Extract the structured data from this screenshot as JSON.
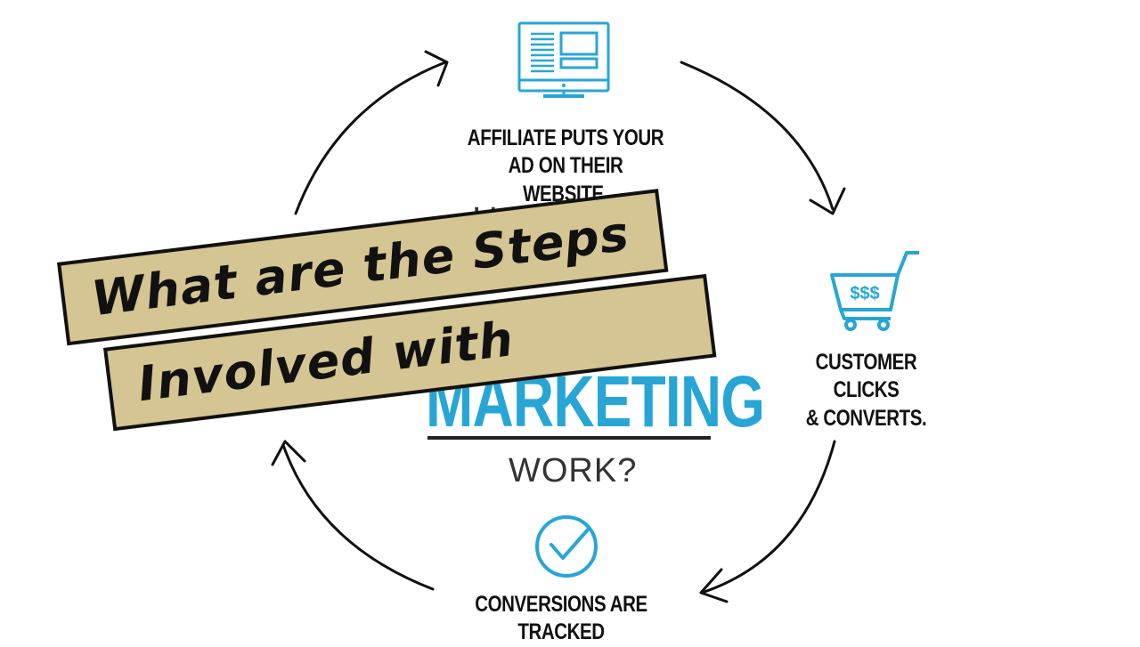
{
  "diagram": {
    "step_affiliate": {
      "line1": "AFFILIATE PUTS YOUR",
      "line2": "AD ON THEIR WEBSITE."
    },
    "step_customer": {
      "line1": "CUSTOMER CLICKS",
      "line2": "& CONVERTS.",
      "price_tag": "$$$"
    },
    "step_tracked": {
      "line1": "CONVERSIONS ARE TRACKED"
    },
    "center": {
      "top": "HOW D",
      "big": "MARKETING",
      "bottom": "WORK?"
    },
    "accent_color": "#27a6d6",
    "icons": [
      "monitor-icon",
      "shopping-cart-icon",
      "check-circle-icon"
    ]
  },
  "overlay": {
    "line1": "What are the Steps",
    "line2": "Involved with",
    "background": "#d4c592"
  }
}
